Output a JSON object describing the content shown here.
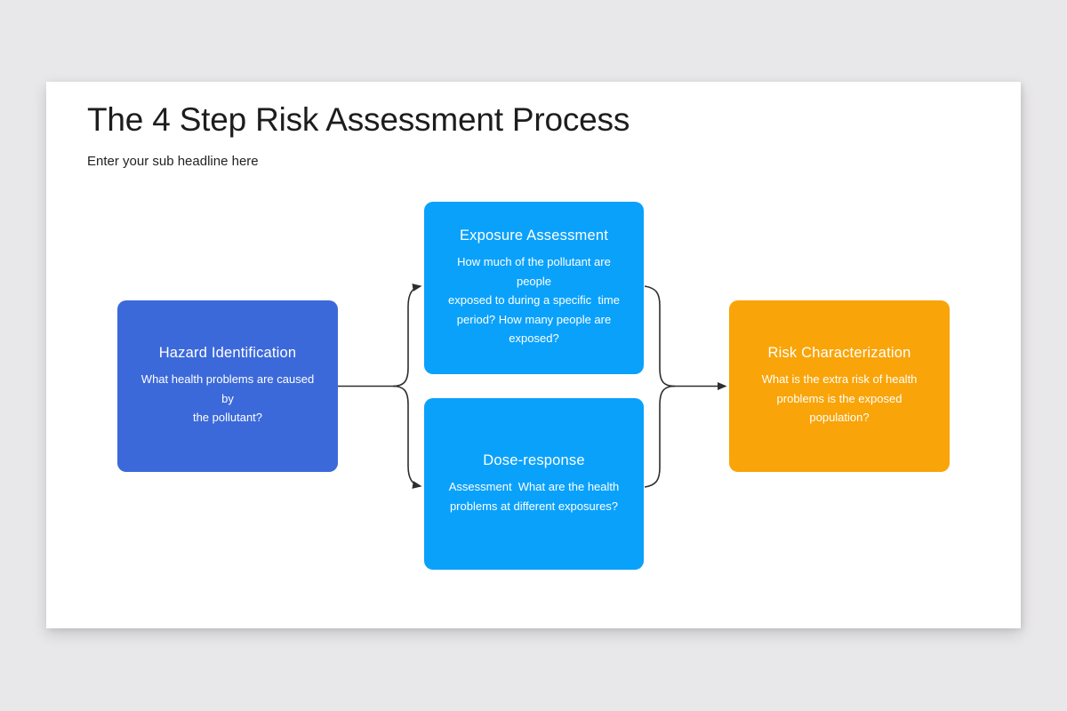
{
  "page": {
    "canvas_background": "#e8e7e9",
    "slide_background": "#ffffff"
  },
  "header": {
    "title": "The 4 Step Risk Assessment Process",
    "subtitle": "Enter your sub headline here"
  },
  "diagram": {
    "connector_color": "#2e2e2e",
    "nodes": [
      {
        "id": "hazard-identification",
        "title": "Hazard Identification",
        "description": "What health problems are caused by\nthe pollutant?",
        "color": "#3c69da"
      },
      {
        "id": "exposure-assessment",
        "title": "Exposure Assessment",
        "description": "How much of the pollutant are people\nexposed to during a specific  time\nperiod? How many people are\nexposed?",
        "color": "#0aa1fb"
      },
      {
        "id": "dose-response",
        "title": "Dose-response",
        "description": "Assessment  What are the health\nproblems at different exposures?",
        "color": "#0aa1fb"
      },
      {
        "id": "risk-characterization",
        "title": "Risk Characterization",
        "description": "What is the extra risk of health\nproblems is the exposed population?",
        "color": "#f9a408"
      }
    ]
  }
}
